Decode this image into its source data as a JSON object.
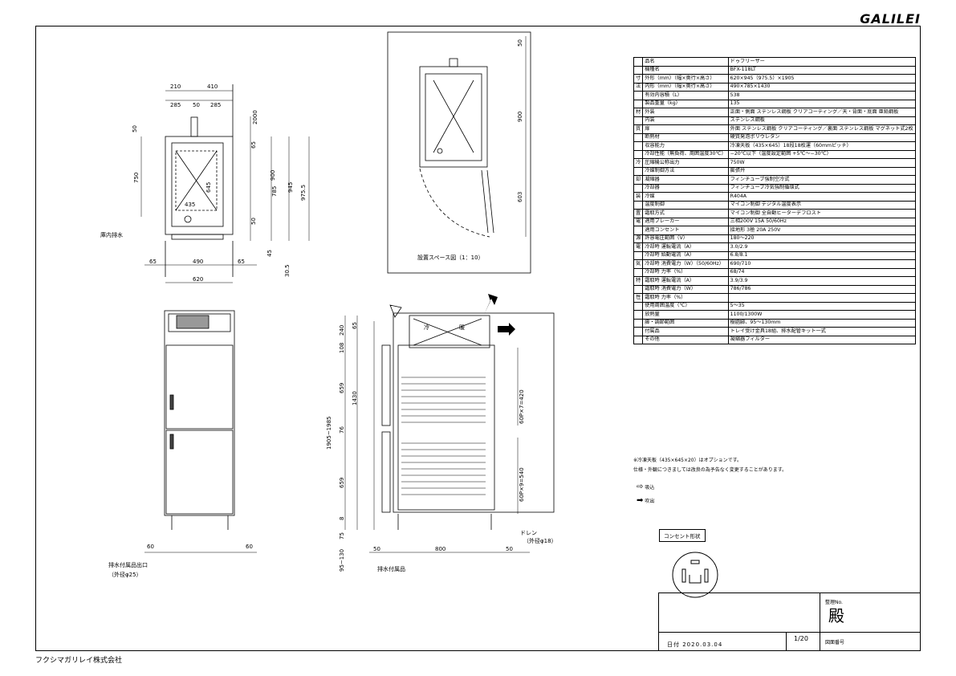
{
  "brand": "GALILEI",
  "company": "フクシマガリレイ株式会社",
  "views": {
    "install_space_label": "設置スペース図（1：10）",
    "drain_in_cabinet": "庫内排水",
    "drain_accessory_outlet": "排水付属品出口",
    "drain_accessory_dia": "（外径φ25）",
    "drain_accessories": "排水付属品",
    "drain": "ドレン",
    "drain_dia": "（外径φ18）",
    "cold": "冷",
    "hot": "暖",
    "dims": {
      "d210": "210",
      "d410": "410",
      "d285": "285",
      "d50a": "50",
      "d285b": "285",
      "d2000": "2000",
      "d50b": "50",
      "d750": "750",
      "d785": "785",
      "d900": "900",
      "d945": "945",
      "d975_5": "975.5",
      "d65a": "65",
      "d435": "435",
      "d645": "645",
      "d50c": "50",
      "d45": "45",
      "d30_5": "30.5",
      "d65l": "65",
      "d490": "490",
      "d65r": "65",
      "d620": "620",
      "d60l": "60",
      "d60r": "60",
      "i50": "50",
      "i900": "900",
      "i603": "603",
      "s240": "240",
      "s65": "65",
      "s108": "108",
      "s659a": "659",
      "s1430": "1430",
      "s76": "76",
      "s659b": "659",
      "s1905": "1905~1985",
      "s8": "8",
      "s75": "75",
      "s95": "95~130",
      "s50l": "50",
      "s800": "800",
      "s50r": "50",
      "p420": "60P×7=420",
      "p540": "60P×9=540"
    }
  },
  "spec": [
    [
      "",
      "品名",
      "ドゥフリーザー"
    ],
    [
      "",
      "機種名",
      "BFX-118LT"
    ],
    [
      "寸",
      "外形（mm）（幅×奥行×高さ）",
      "620×945（975.5）×1905"
    ],
    [
      "法",
      "内形（mm）（幅×奥行×高さ）",
      "490×785×1430"
    ],
    [
      "",
      "有効内容積（L）",
      "538"
    ],
    [
      "",
      "製品重量（kg）",
      "135"
    ],
    [
      "材",
      "外装",
      "正面・側面 ステンレス鋼板 クリアコーティング／天・背面・底面 亜鉛鋼板"
    ],
    [
      "",
      "内装",
      "ステンレス鋼板"
    ],
    [
      "質",
      "扉",
      "外面 ステンレス鋼板 クリアコーティング／裏面 ステンレス鋼板 マグネット式2枚"
    ],
    [
      "",
      "断熱材",
      "硬質発泡ポリウレタン"
    ],
    [
      "",
      "収容能力",
      "冷凍天板（435×645）18段18枚運（60mmピッチ）"
    ],
    [
      "",
      "冷却性能（無負荷、周囲温度30℃）",
      "−20℃以下（温度設定範囲 +5℃〜−30℃）"
    ],
    [
      "冷",
      "圧縮機公称出力",
      "750W"
    ],
    [
      "",
      "冷媒制御方法",
      "膨張弁"
    ],
    [
      "却",
      "凝縮器",
      "フィンチューブ強制空冷式"
    ],
    [
      "",
      "冷却器",
      "フィンチューブ冷気強制循環式"
    ],
    [
      "装",
      "冷媒",
      "R404A"
    ],
    [
      "",
      "温度制御",
      "マイコン制御 デジタル温度表示"
    ],
    [
      "置",
      "霜取方式",
      "マイコン制御 全自動ヒーターデフロスト"
    ],
    [
      "電",
      "適用ブレーカー",
      "三相200V 15A 50/60Hz"
    ],
    [
      "",
      "適用コンセント",
      "接地形 3極 20A 250V"
    ],
    [
      "源",
      "許容電圧範囲（V）",
      "180〜220"
    ],
    [
      "電",
      "冷却時 運転電流（A）",
      "3.0/2.9"
    ],
    [
      "",
      "冷却時 始動電流（A）",
      "6.8/8.1"
    ],
    [
      "気",
      "冷却時 消費電力（W）（50/60Hz）",
      "690/710"
    ],
    [
      "",
      "冷却時 力率（%）",
      "68/74"
    ],
    [
      "特",
      "霜取時 運転電流（A）",
      "3.9/3.9"
    ],
    [
      "",
      "霜取時 消費電力（W）",
      "786/786"
    ],
    [
      "性",
      "霜取時 力率（%）",
      ""
    ],
    [
      "",
      "使用周囲温度（℃）",
      "5〜35"
    ],
    [
      "",
      "放熱量",
      "1100/1300W"
    ],
    [
      "",
      "脚・調節範囲",
      "樹脂脚、95〜130mm"
    ],
    [
      "",
      "付属品",
      "トレイ受け金具18組、排水配管キット一式"
    ],
    [
      "",
      "その他",
      "凝縮器フィルター"
    ]
  ],
  "notes": {
    "n1": "※冷凍天板（435×645×20）はオプションです。",
    "n2": "仕様・外観につきましては改良の為予告なく変更することがあります。"
  },
  "legend": {
    "intake": "吸込",
    "exhaust": "吹出"
  },
  "plug": {
    "title": "コンセント形状"
  },
  "titleblock": {
    "dono": "殿",
    "seiri": "整理No.",
    "zumen": "図面番号",
    "date": "日付 2020.03.04",
    "page": "1/20"
  },
  "colors": {
    "ink": "#000000",
    "background": "#ffffff"
  }
}
